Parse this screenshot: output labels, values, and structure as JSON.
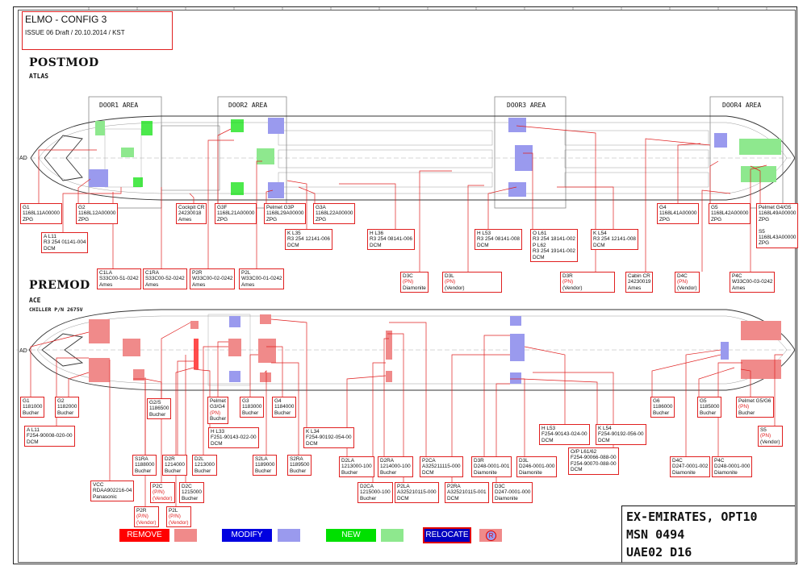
{
  "header": {
    "title": "ELMO - CONFIG 3",
    "issue": "ISSUE 06 Draft / 20.10.2014 / KST"
  },
  "postmod": {
    "title": "POSTMOD",
    "subtitle": "ATLAS",
    "doors": [
      "DOOR1 AREA",
      "DOOR2 AREA",
      "DOOR3 AREA",
      "DOOR4 AREA"
    ],
    "side_label": "AD",
    "labels": [
      {
        "id": "g1",
        "lines": [
          "G1",
          "1168L11A00000",
          "ZPG"
        ]
      },
      {
        "id": "g2",
        "lines": [
          "G2",
          "1168L12A00000",
          "ZPG"
        ]
      },
      {
        "id": "al11",
        "lines": [
          "A L11",
          "R3 254 01141-004",
          "DCM"
        ]
      },
      {
        "id": "cockpit-cr",
        "lines": [
          "Cockpit CR",
          "24230018",
          "Ames"
        ]
      },
      {
        "id": "g3f",
        "lines": [
          "G3F",
          "1168L21A00000",
          "ZPG"
        ]
      },
      {
        "id": "pelmet-g3p",
        "lines": [
          "Pelmet G3P",
          "1168L29A00000",
          "ZPG"
        ]
      },
      {
        "id": "g3a",
        "lines": [
          "G3A",
          "1168L22A00000",
          "ZPG"
        ]
      },
      {
        "id": "kl35",
        "lines": [
          "K L35",
          "R3 254 12141-006",
          "DCM"
        ]
      },
      {
        "id": "hl36",
        "lines": [
          "H L36",
          "R3 254 08141-006",
          "DCM"
        ]
      },
      {
        "id": "hl53",
        "lines": [
          "H L53",
          "R3 254 08141-008",
          "DCM"
        ]
      },
      {
        "id": "ol61",
        "lines": [
          "O L61",
          "R3 254 18141-002",
          "P L62",
          "R3 254 19141-002",
          "DCM"
        ]
      },
      {
        "id": "kl54",
        "lines": [
          "K L54",
          "R3 254 12141-008",
          "DCM"
        ]
      },
      {
        "id": "g4",
        "lines": [
          "G4",
          "1168L41A00000",
          "ZPG"
        ]
      },
      {
        "id": "g5",
        "lines": [
          "G5",
          "1168L42A00000",
          "ZPG"
        ]
      },
      {
        "id": "pelmet-g4g5",
        "lines": [
          "Pelmet G4/G5",
          "1168L49A00000",
          "ZPG",
          "",
          "S5",
          "1168L43A00000",
          "ZPG"
        ]
      },
      {
        "id": "c1la",
        "lines": [
          "C1LA",
          "S33C00-51-0242",
          "Ames"
        ]
      },
      {
        "id": "c1ra",
        "lines": [
          "C1RA",
          "S33C00-52-0242",
          "Ames"
        ]
      },
      {
        "id": "p2r",
        "lines": [
          "P2R",
          "W33C00-02-0242",
          "Ames"
        ]
      },
      {
        "id": "p2l",
        "lines": [
          "P2L",
          "W33C00-01-0242",
          "Ames"
        ]
      },
      {
        "id": "d3c",
        "lines": [
          "D3C",
          "(PN)",
          "Diamonite"
        ]
      },
      {
        "id": "d3l",
        "lines": [
          "D3L",
          "(PN)",
          "(Vendor)"
        ]
      },
      {
        "id": "d3r",
        "lines": [
          "D3R",
          "(PN)",
          "(Vendor)"
        ]
      },
      {
        "id": "cabin-cr",
        "lines": [
          "Cabin CR",
          "24230019",
          "Ames"
        ]
      },
      {
        "id": "d4c",
        "lines": [
          "D4C",
          "(PN)",
          "(Vendor)"
        ]
      },
      {
        "id": "p4c",
        "lines": [
          "P4C",
          "W33C00-03-0242",
          "Ames"
        ]
      }
    ]
  },
  "premod": {
    "title": "PREMOD",
    "subtitle": "ACE",
    "chiller": "CHILLER P/N 2675V",
    "side_label": "AD",
    "labels": [
      {
        "id": "g1",
        "lines": [
          "G1",
          "1181000",
          "Bucher"
        ]
      },
      {
        "id": "g2",
        "lines": [
          "G2",
          "1182000",
          "Bucher"
        ]
      },
      {
        "id": "al11",
        "lines": [
          "A L11",
          "F254-90008-020-00",
          "DCM"
        ]
      },
      {
        "id": "g2s",
        "lines": [
          "G2/S",
          "1186500",
          "Bucher"
        ]
      },
      {
        "id": "pelmet-g3g4",
        "lines": [
          "Pelmet",
          "G3/G4",
          "(PN)",
          "Bucher"
        ]
      },
      {
        "id": "g3",
        "lines": [
          "G3",
          "1183000",
          "Bucher"
        ]
      },
      {
        "id": "g4",
        "lines": [
          "G4",
          "1184000",
          "Bucher"
        ]
      },
      {
        "id": "hl33",
        "lines": [
          "H L33",
          "F251-90143-022-00",
          "DCM"
        ]
      },
      {
        "id": "kl34",
        "lines": [
          "K L34",
          "F254-90192-054-00",
          "DCM"
        ]
      },
      {
        "id": "hl53",
        "lines": [
          "H L53",
          "F254-90143-024-00",
          "DCM"
        ]
      },
      {
        "id": "kl54",
        "lines": [
          "K L54",
          "F254-90192-056-00",
          "DCM"
        ]
      },
      {
        "id": "ol61p62",
        "lines": [
          "O/P L61/62",
          "F254-90066-088-00",
          "F254-90070-088-00",
          "DCM"
        ]
      },
      {
        "id": "g6",
        "lines": [
          "G6",
          "1186000",
          "Bucher"
        ]
      },
      {
        "id": "g5",
        "lines": [
          "G5",
          "1185000",
          "Bucher"
        ]
      },
      {
        "id": "pelmet-g5g6",
        "lines": [
          "Pelmet G5/G6",
          "(PN)",
          "Bucher"
        ]
      },
      {
        "id": "s5",
        "lines": [
          "S5",
          "(PN)",
          "(Vendor)"
        ]
      },
      {
        "id": "s1ra",
        "lines": [
          "S1RA",
          "1188000",
          "Bucher"
        ]
      },
      {
        "id": "d2r",
        "lines": [
          "D2R",
          "1214000",
          "Bucher"
        ]
      },
      {
        "id": "d2l",
        "lines": [
          "D2L",
          "1213000",
          "Bucher"
        ]
      },
      {
        "id": "s2la",
        "lines": [
          "S2LA",
          "1189000",
          "Bucher"
        ]
      },
      {
        "id": "s2ra",
        "lines": [
          "S2RA",
          "1189500",
          "Bucher"
        ]
      },
      {
        "id": "d2la",
        "lines": [
          "D2LA",
          "1213000-100",
          "Bucher"
        ]
      },
      {
        "id": "d2ra",
        "lines": [
          "D2RA",
          "1214000-100",
          "Bucher"
        ]
      },
      {
        "id": "p2ca",
        "lines": [
          "P2CA",
          "A325211115-000",
          "DCM"
        ]
      },
      {
        "id": "d3r",
        "lines": [
          "D3R",
          "D248-0001-001",
          "Diamonite"
        ]
      },
      {
        "id": "d3l",
        "lines": [
          "D3L",
          "D246-0001-000",
          "Diamonite"
        ]
      },
      {
        "id": "d4c",
        "lines": [
          "D4C",
          "D247-0001-002",
          "Diamonite"
        ]
      },
      {
        "id": "p4c",
        "lines": [
          "P4C",
          "D248-0001-000",
          "Diamonite"
        ]
      },
      {
        "id": "vcc",
        "lines": [
          "VCC",
          "RDAA902216-04",
          "Panasonic"
        ]
      },
      {
        "id": "p2c",
        "lines": [
          "P2C",
          "(P/N)",
          "(Vendor)"
        ]
      },
      {
        "id": "d2c",
        "lines": [
          "D2C",
          "1215000",
          "Bucher"
        ]
      },
      {
        "id": "d2ca",
        "lines": [
          "D2CA",
          "1215000-100",
          "Bucher"
        ]
      },
      {
        "id": "p2la",
        "lines": [
          "P2LA",
          "A325210115-000",
          "DCM"
        ]
      },
      {
        "id": "p2ra",
        "lines": [
          "P2RA",
          "A325210115-001",
          "DCM"
        ]
      },
      {
        "id": "d3c",
        "lines": [
          "D3C",
          "D247-0001-000",
          "Diamonite"
        ]
      },
      {
        "id": "p2r",
        "lines": [
          "P2R",
          "(P/N)",
          "(Vendor)"
        ]
      },
      {
        "id": "p2l",
        "lines": [
          "P2L",
          "(P/N)",
          "(Vendor)"
        ]
      }
    ]
  },
  "legend": {
    "remove": "REMOVE",
    "modify": "MODIFY",
    "new": "NEW",
    "relocate": "RELOCATE",
    "relocate_symbol": "R",
    "colors": {
      "remove": "#ff0000",
      "remove_light": "#f08a8a",
      "modify": "#0000e0",
      "modify_light": "#9a9aee",
      "new": "#00e000",
      "new_light": "#8ee88e",
      "relocate": "#0000c0",
      "relocate_border": "#e00000"
    }
  },
  "stamp": {
    "line1": "EX-EMIRATES, OPT10",
    "line2": "MSN 0494",
    "line3": "UAE02 D16"
  },
  "colors": {
    "leader": "#e02020",
    "outline": "#333333",
    "seat": "#888888"
  }
}
